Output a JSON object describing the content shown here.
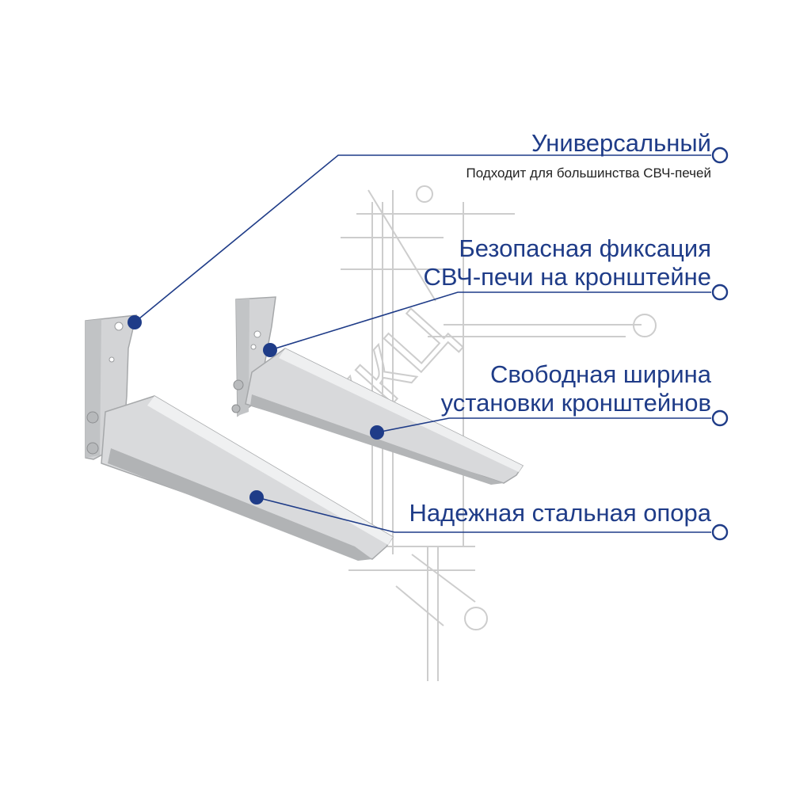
{
  "features": [
    {
      "id": "universal",
      "title": "Универсальный",
      "subtitle": "Подходит для большинства СВЧ-печей"
    },
    {
      "id": "secure-fixation",
      "title_line1": "Безопасная фиксация",
      "title_line2": "СВЧ-печи на кронштейне"
    },
    {
      "id": "free-width",
      "title_line1": "Свободная ширина",
      "title_line2": "установки кронштейнов"
    },
    {
      "id": "steel-support",
      "title": "Надежная стальная опора"
    }
  ],
  "watermark": {
    "text": "ККЦ"
  },
  "colors": {
    "accent": "#1f3c88",
    "callout_line": "#1f3c88",
    "steel": "#d9dadb",
    "steel_shadow": "#a9abad",
    "watermark": "#c8c8c8"
  }
}
